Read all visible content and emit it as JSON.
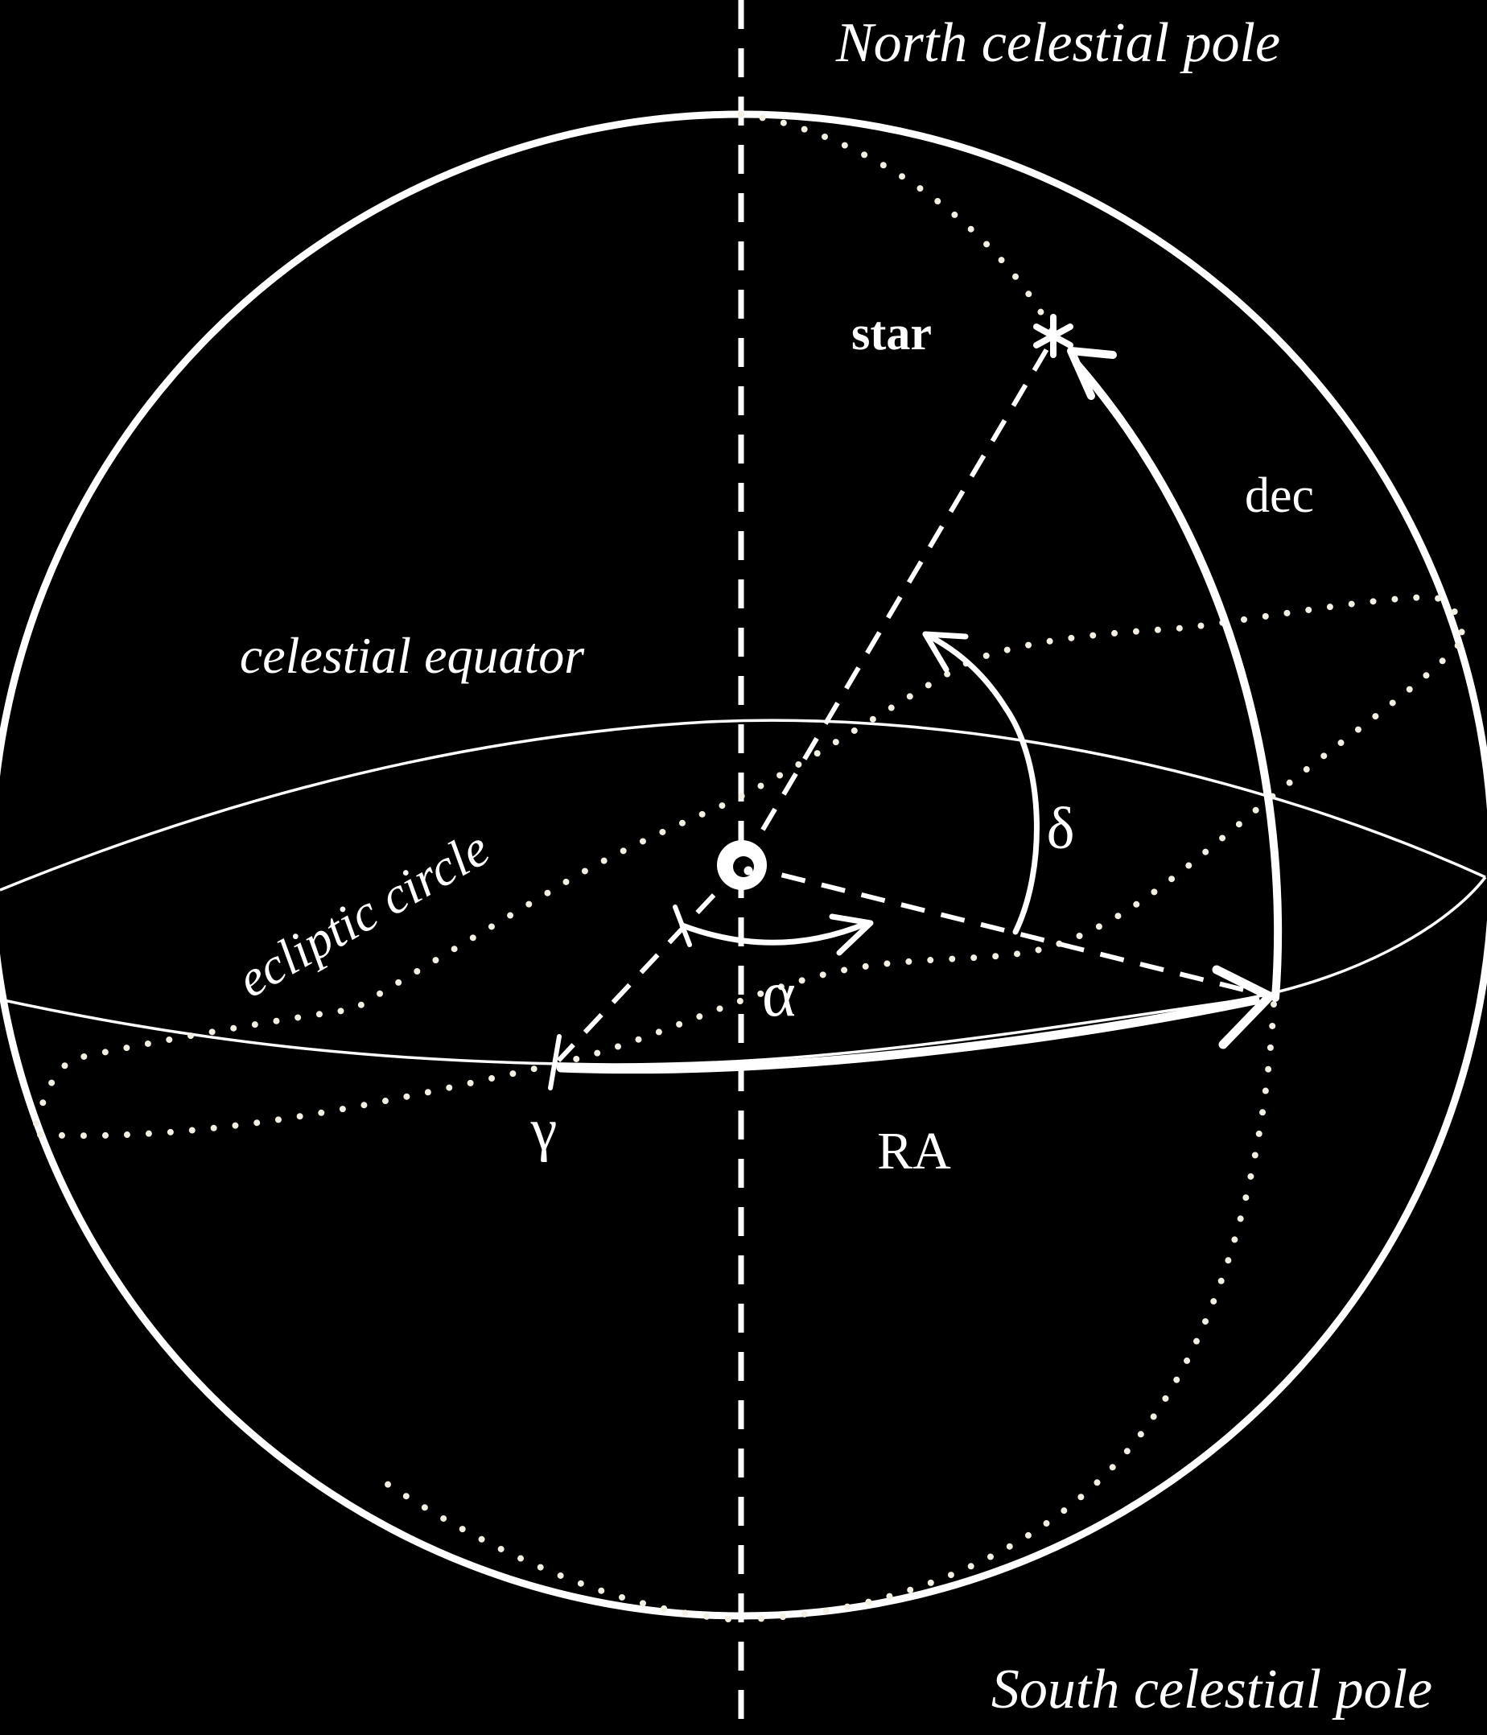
{
  "colors": {
    "background": "#000000",
    "line": "#ffffff",
    "dots": "#f3efe2"
  },
  "labels": {
    "north_pole": "North celestial pole",
    "south_pole": "South celestial pole",
    "celestial_equator": "celestial equator",
    "ecliptic_circle": "ecliptic circle",
    "star": "star",
    "dec": "dec",
    "delta": "δ",
    "alpha": "α",
    "gamma": "γ",
    "right_ascension": "RA"
  }
}
